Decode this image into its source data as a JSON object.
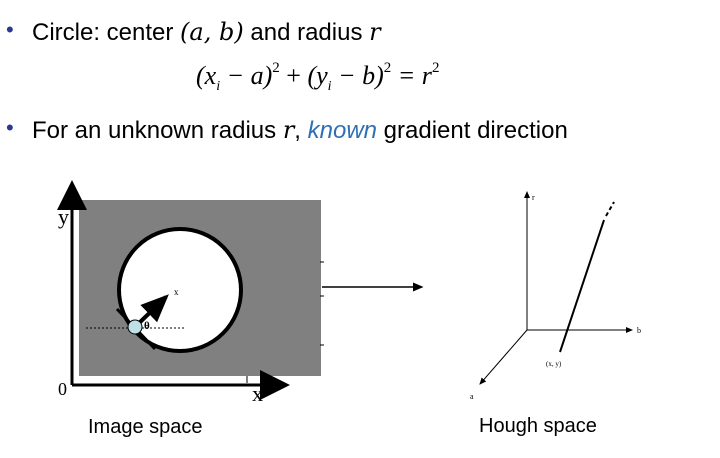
{
  "bullets": [
    {
      "dot": "•",
      "prefix": "Circle: center ",
      "var_center": "(a, b)",
      "middle": " and radius ",
      "var_radius": "r"
    },
    {
      "dot": "•",
      "prefix": "For an unknown radius ",
      "var_radius": "r",
      "comma": ", ",
      "known": "known",
      "suffix": " gradient direction"
    }
  ],
  "equation": {
    "lhs1_open": "(x",
    "sub1": "i",
    "lhs1_rest": " − a)",
    "sup1": "2",
    "plus": " + ",
    "lhs2_open": "(y",
    "sub2": "i",
    "lhs2_rest": " − b)",
    "sup2": "2",
    "equals": " = r",
    "sup3": "2"
  },
  "image_space": {
    "caption": "Image space",
    "y_label": "y",
    "x_label": "x",
    "origin_label": "0",
    "center_mark": "x",
    "theta": "θ",
    "fill_color": "#808080"
  },
  "hough_space": {
    "caption": "Hough space",
    "r_label": "r",
    "b_label": "b",
    "a_label": "a",
    "point_label": "(x, y)"
  }
}
